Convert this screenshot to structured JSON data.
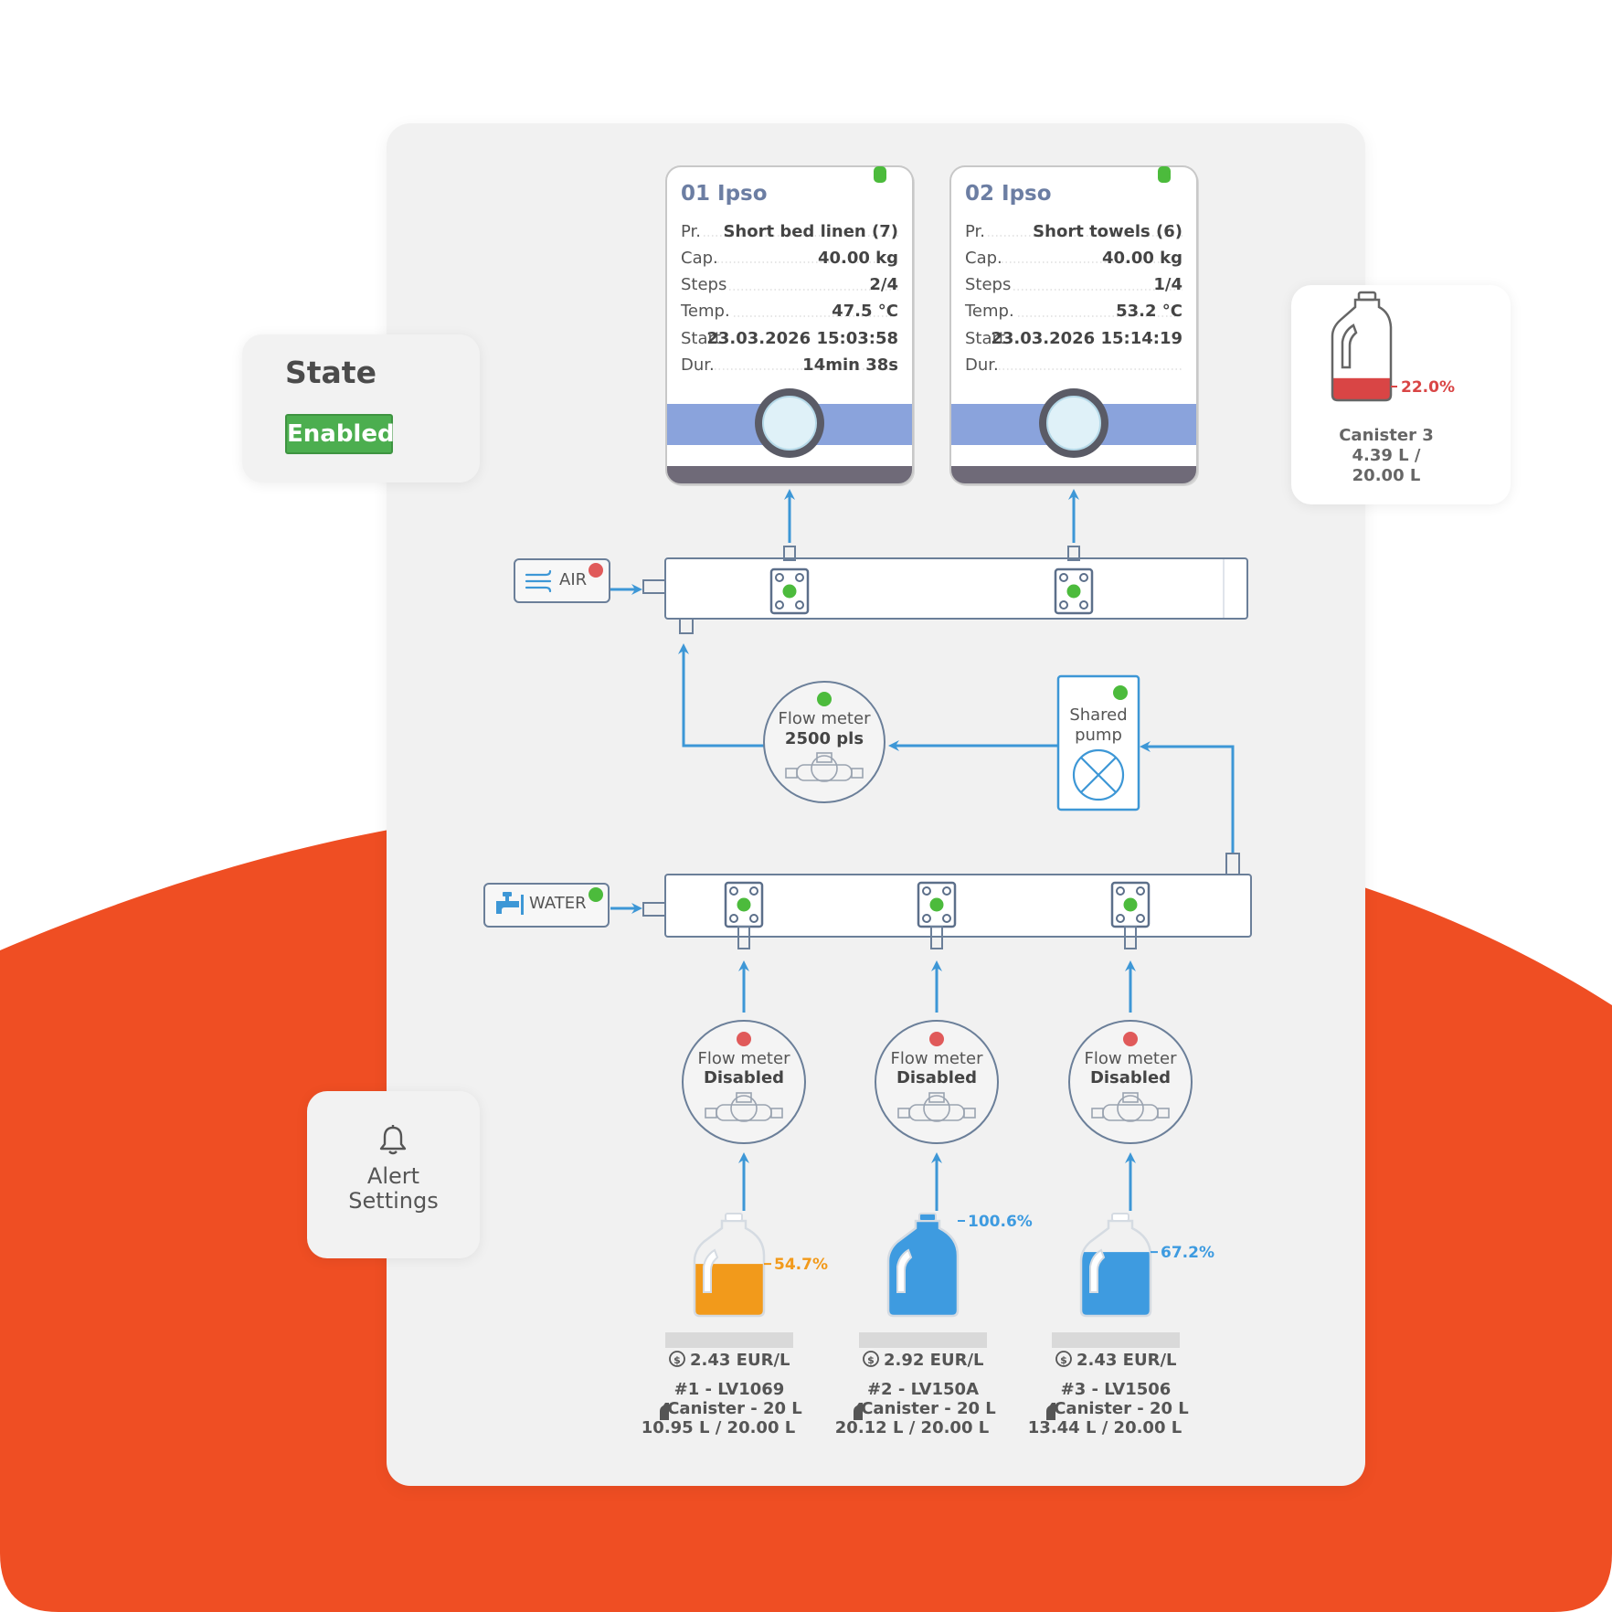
{
  "state": {
    "title": "State",
    "value": "Enabled"
  },
  "alert_settings": {
    "label_line1": "Alert",
    "label_line2": "Settings"
  },
  "machines": [
    {
      "name": "01 Ipso",
      "rows": [
        {
          "label": "Pr.",
          "value": "Short bed linen (7)"
        },
        {
          "label": "Cap.",
          "value": "40.00 kg"
        },
        {
          "label": "Steps",
          "value": "2/4"
        },
        {
          "label": "Temp.",
          "value": "47.5 °C"
        },
        {
          "label": "Start",
          "value": "23.03.2026 15:03:58"
        },
        {
          "label": "Dur.",
          "value": "14min 38s"
        }
      ]
    },
    {
      "name": "02 Ipso",
      "rows": [
        {
          "label": "Pr.",
          "value": "Short towels (6)"
        },
        {
          "label": "Cap.",
          "value": "40.00 kg"
        },
        {
          "label": "Steps",
          "value": "1/4"
        },
        {
          "label": "Temp.",
          "value": "53.2 °C"
        },
        {
          "label": "Start",
          "value": "23.03.2026 15:14:19"
        },
        {
          "label": "Dur.",
          "value": ""
        }
      ]
    }
  ],
  "air": {
    "label": "AIR",
    "status_color": "#e05a5a"
  },
  "water": {
    "label": "WATER",
    "status_color": "#4cbb3c"
  },
  "main_flow_meter": {
    "line1": "Flow meter",
    "line2": "2500 pls"
  },
  "shared_pump": {
    "line1": "Shared",
    "line2": "pump"
  },
  "flow_meters": [
    {
      "line1": "Flow meter",
      "line2": "Disabled"
    },
    {
      "line1": "Flow meter",
      "line2": "Disabled"
    },
    {
      "line1": "Flow meter",
      "line2": "Disabled"
    }
  ],
  "canisters": [
    {
      "percent": "54.7%",
      "fill": 0.547,
      "color": "#f29a1b",
      "price": "2.43 EUR/L",
      "id": "#1 - LV1069",
      "type": "Canister - 20 L",
      "volume": "10.95 L / 20.00 L"
    },
    {
      "percent": "100.6%",
      "fill": 1.0,
      "color": "#3e9be0",
      "price": "2.92 EUR/L",
      "id": "#2 - LV150A",
      "type": "Canister - 20 L",
      "volume": "20.12 L / 20.00 L"
    },
    {
      "percent": "67.2%",
      "fill": 0.672,
      "color": "#3e9be0",
      "price": "2.43 EUR/L",
      "id": "#3 - LV1506",
      "type": "Canister - 20 L",
      "volume": "13.44 L / 20.00 L"
    }
  ],
  "canister3_card": {
    "percent": "22.0%",
    "fill": 0.22,
    "color": "#d94545",
    "name": "Canister 3",
    "volume_line1": "4.39 L /",
    "volume_line2": "20.00 L"
  },
  "colors": {
    "orange_bg": "#ef4e23",
    "pipe_blue": "#3d97d6",
    "machine_band": "#8aa3dc",
    "machine_base": "#6f6a78",
    "status_green": "#4cbb3c",
    "status_red": "#e05a5a"
  }
}
